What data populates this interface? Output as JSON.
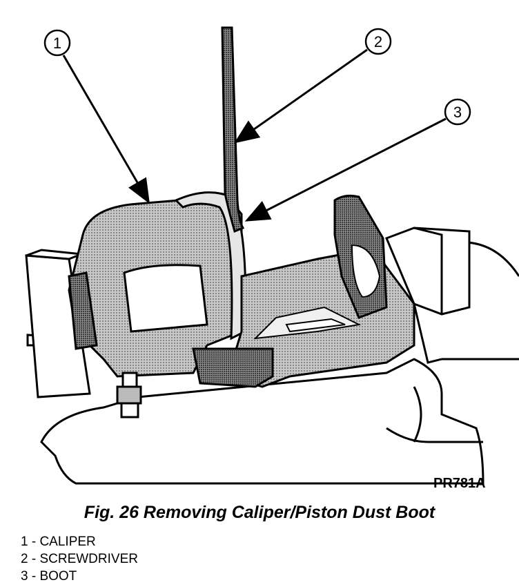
{
  "figure": {
    "callouts": [
      {
        "number": "1",
        "label": "CALIPER"
      },
      {
        "number": "2",
        "label": "SCREWDRIVER"
      },
      {
        "number": "3",
        "label": "BOOT"
      }
    ],
    "drawing_code": "PR781A",
    "caption": "Fig. 26 Removing Caliper/Piston Dust Boot"
  },
  "legend": {
    "items": [
      "1 - CALIPER",
      "2 - SCREWDRIVER",
      "3 - BOOT"
    ]
  },
  "colors": {
    "ink": "#000000",
    "metal_dark": "#555555",
    "metal_mid": "#8a8a8a",
    "metal_light": "#c8c8c8",
    "paper": "#ffffff"
  }
}
